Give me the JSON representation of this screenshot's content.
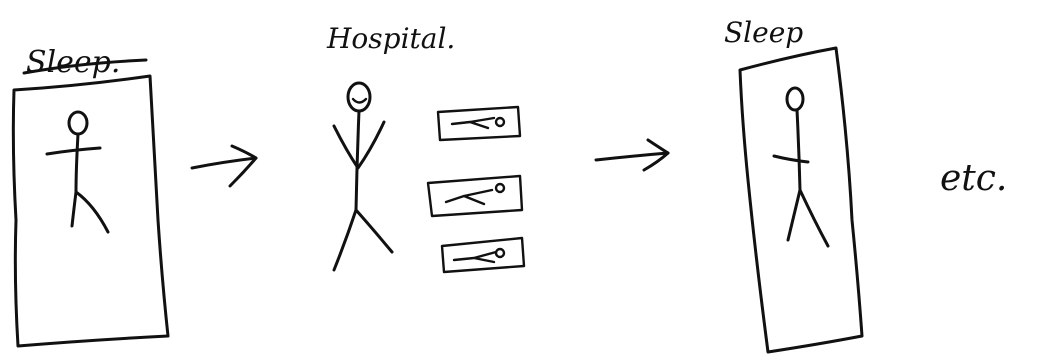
{
  "labels": {
    "sleep_1": "Sleep.",
    "hospital": "Hospital.",
    "sleep_2": "Sleep",
    "etc": "etc."
  },
  "icons": {
    "bed": "bed-icon",
    "stick_figure": "person-icon",
    "arrow": "arrow-right-icon",
    "hospital_bed": "hospital-bed-icon"
  }
}
